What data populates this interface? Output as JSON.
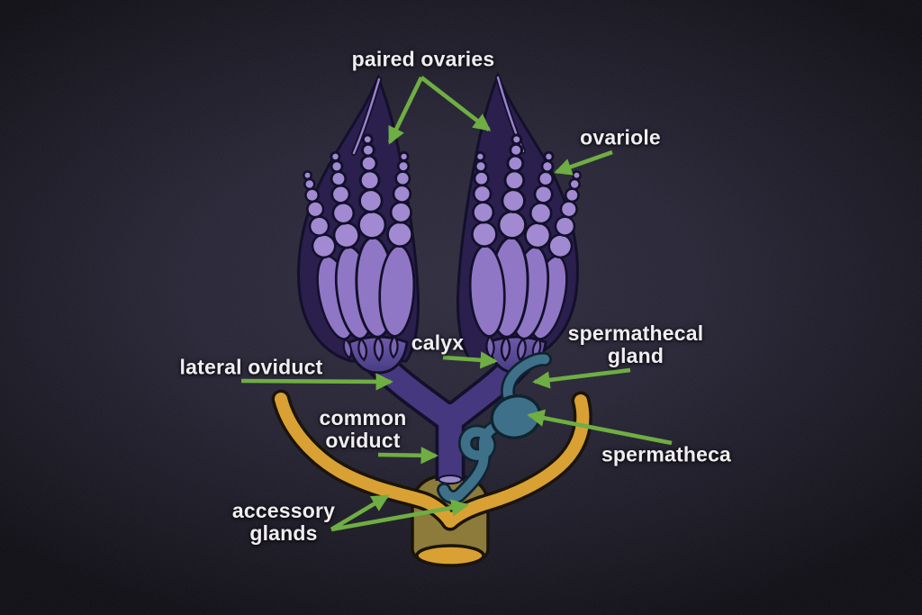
{
  "labels": {
    "paired_ovaries": "paired ovaries",
    "ovariole": "ovariole",
    "calyx": "calyx",
    "lateral_oviduct": "lateral oviduct",
    "common_oviduct": "common\noviduct",
    "spermathecal_gland": "spermathecal\ngland",
    "spermatheca": "spermatheca",
    "accessory_glands": "accessory\nglands"
  },
  "colors": {
    "background_dark": "#0e0d13",
    "background_mid": "#2b283a",
    "ovary_fill": "#8f77c6",
    "ovary_bead": "#a18ad2",
    "ovary_shadow": "#2b1f4e",
    "duct_purple": "#45387f",
    "outline": "#13102a",
    "spermatheca_teal": "#3f7089",
    "gland_gold": "#d9a133",
    "bursa_olive": "#8d7b3b",
    "arrow_green": "#6fae43",
    "label_white": "#f0eef2"
  }
}
